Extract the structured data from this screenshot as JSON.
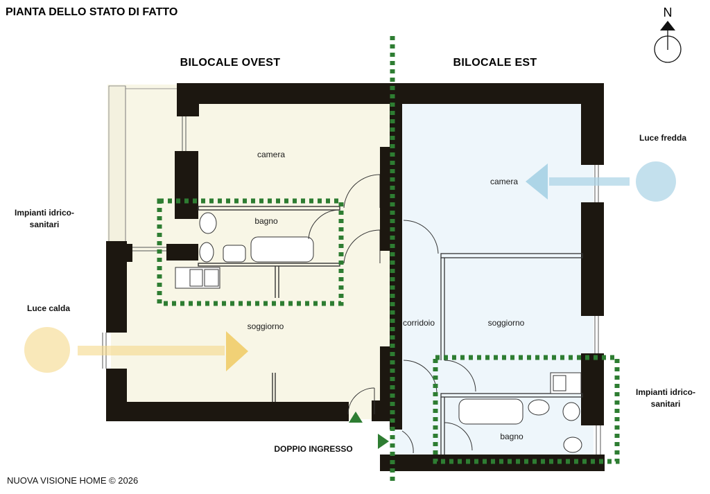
{
  "title": "PIANTA DELLO STATO DI FATTO",
  "compass": {
    "label": "N"
  },
  "headings": {
    "west": "BILOCALE OVEST",
    "east": "BILOCALE EST"
  },
  "rooms": {
    "west_bedroom": "camera",
    "west_bath": "bagno",
    "west_living": "soggiorno",
    "east_bedroom": "camera",
    "east_corridor": "corridoio",
    "east_living": "soggiorno",
    "east_bath": "bagno"
  },
  "side_labels": {
    "cold_light": "Luce fredda",
    "warm_light": "Luce calda",
    "plumbing_west": [
      "Impianti idrico-",
      "sanitari"
    ],
    "plumbing_east": [
      "Impianti idrico-",
      "sanitari"
    ],
    "double_entrance": "DOPPIO INGRESSO"
  },
  "footer": "NUOVA VISIONE HOME © 2026",
  "colors": {
    "west_fill": "#f8f6e6",
    "east_fill": "#eef6fb",
    "wall": "#1c1710",
    "dotted_green": "#2e7d32",
    "warm": "#f5d98a",
    "cold": "#a9d3e6"
  }
}
